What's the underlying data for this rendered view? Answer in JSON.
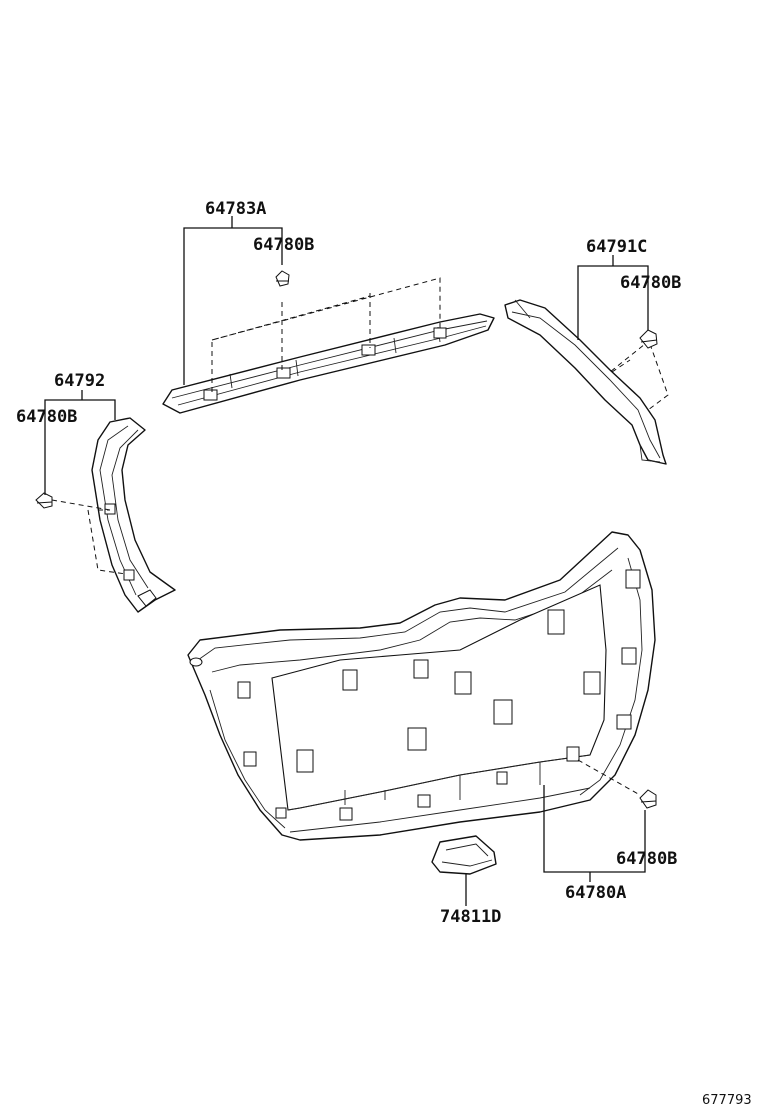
{
  "parts": {
    "p64783A": "64783A",
    "p64780B_top": "64780B",
    "p64791C": "64791C",
    "p64780B_right": "64780B",
    "p64792": "64792",
    "p64780B_left": "64780B",
    "p64780B_bottom": "64780B",
    "p64780A": "64780A",
    "p74811D": "74811D"
  },
  "figure_ref": "677793"
}
